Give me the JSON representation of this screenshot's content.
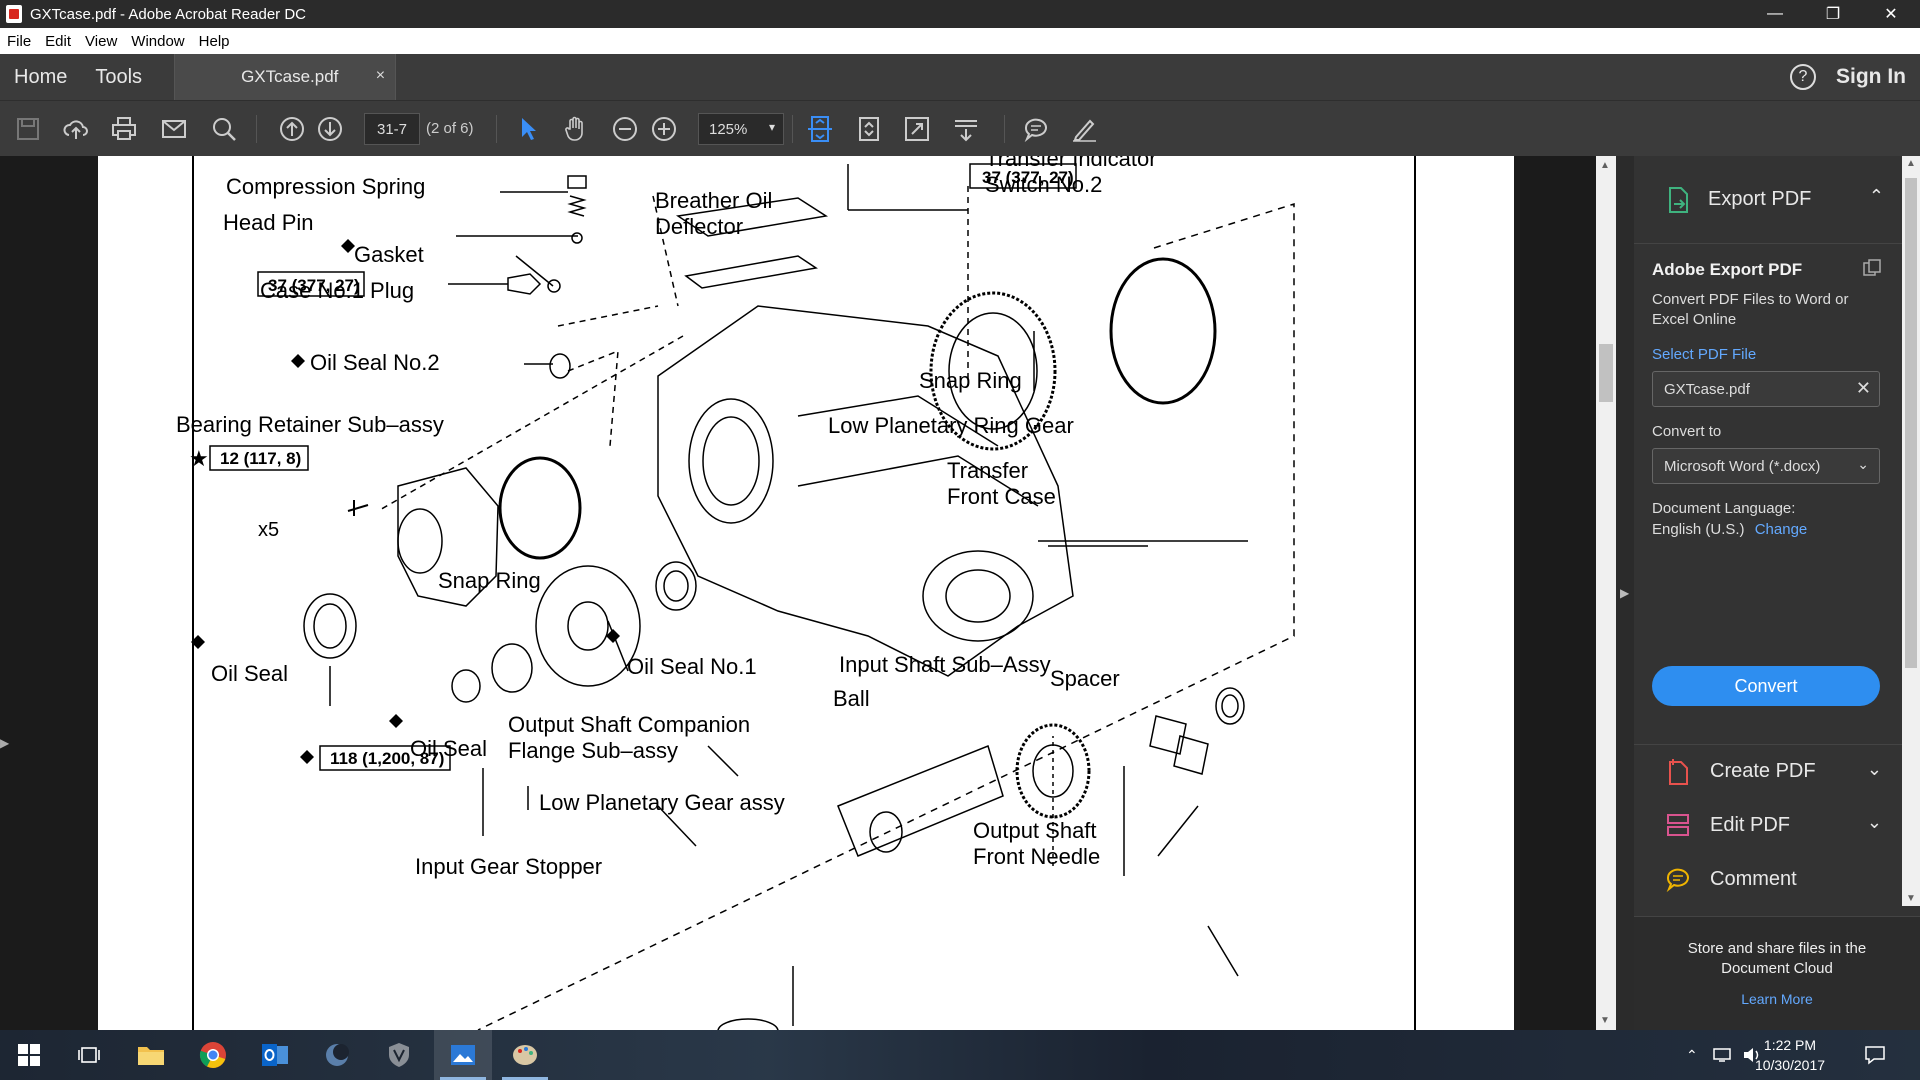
{
  "window": {
    "title": "GXTcase.pdf - Adobe Acrobat Reader DC",
    "minimize": "—",
    "maximize": "❐",
    "close": "✕"
  },
  "menu": [
    "File",
    "Edit",
    "View",
    "Window",
    "Help"
  ],
  "tabs": {
    "home": "Home",
    "tools": "Tools",
    "document": "GXTcase.pdf",
    "document_close": "×",
    "help": "?",
    "sign_in": "Sign In"
  },
  "toolbar": {
    "page_label": "31-7",
    "page_of": "(2 of 6)",
    "zoom": "125%"
  },
  "diagram": {
    "labels": [
      "Compression Spring",
      "Head Pin",
      "Gasket",
      "Case No.1 Plug",
      "37 (377, 27)",
      "Oil Seal No.2",
      "Bearing Retainer Sub–assy",
      "12 (117, 8)",
      "x5",
      "Snap Ring",
      "Oil Seal",
      "Oil Seal No.1",
      "Oil Seal",
      "118 (1,200, 87)",
      "Output Shaft Companion",
      "Flange Sub–assy",
      "Low Planetary Gear assy",
      "Input Gear Stopper",
      "Breather Oil",
      "Deflector",
      "Transfer  Indicator",
      "Switch No.2",
      "37 (377, 27)",
      "Snap Ring",
      "Low Planetary Ring Gear",
      "Transfer",
      "Front Case",
      "Input Shaft Sub–Assy",
      "Ball",
      "Spacer",
      "Output Shaft",
      "Front Needle"
    ]
  },
  "right_panel": {
    "export_pdf": "Export PDF",
    "adobe_export_title": "Adobe Export PDF",
    "description": "Convert PDF Files to Word or Excel Online",
    "select_file": "Select PDF File",
    "file_name": "GXTcase.pdf",
    "convert_to_label": "Convert to",
    "convert_to_value": "Microsoft Word (*.docx)",
    "doc_language_label": "Document Language:",
    "doc_language_value": "English (U.S.)",
    "change": "Change",
    "convert_button": "Convert",
    "create_pdf": "Create PDF",
    "edit_pdf": "Edit PDF",
    "comment": "Comment",
    "footer_text": "Store and share files in the Document Cloud",
    "learn_more": "Learn More"
  },
  "taskbar": {
    "time": "1:22 PM",
    "date": "10/30/2017"
  },
  "colors": {
    "accent_blue": "#2e8ef0",
    "link_blue": "#63a9ff",
    "export_green": "#3fb37f",
    "create_red": "#e8524d",
    "edit_pink": "#d9548f",
    "comment_yellow": "#f0b400"
  }
}
